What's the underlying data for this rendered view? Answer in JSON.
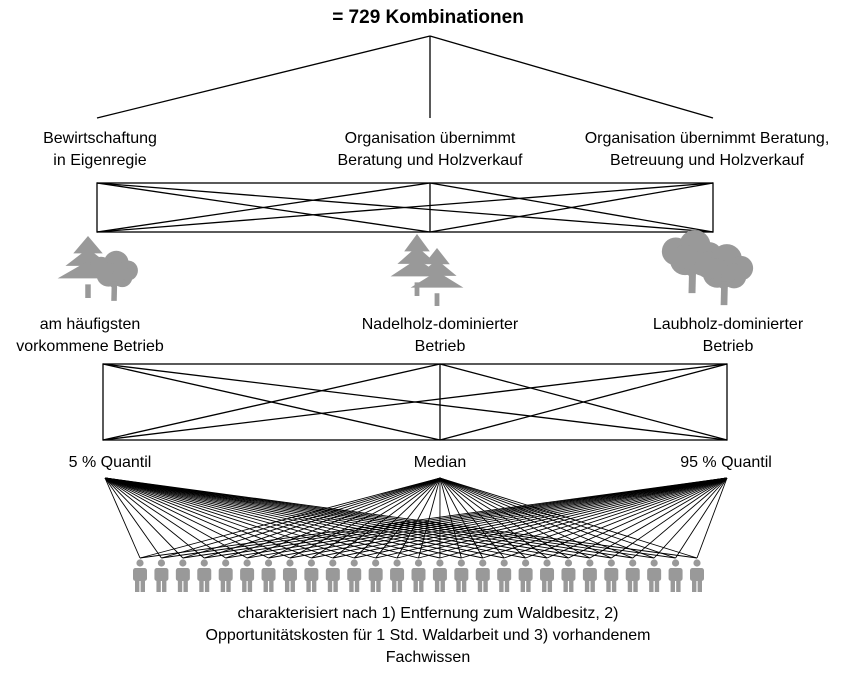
{
  "title": "= 729 Kombinationen",
  "management_options": [
    {
      "line1": "Bewirtschaftung",
      "line2": "in Eigenregie"
    },
    {
      "line1": "Organisation übernimmt",
      "line2": "Beratung und Holzverkauf"
    },
    {
      "line1": "Organisation übernimmt Beratung,",
      "line2": "Betreuung und Holzverkauf"
    }
  ],
  "forest_types": [
    {
      "icon": "mixed-forest-icon",
      "line1": "am häufigsten",
      "line2": "vorkommene Betrieb"
    },
    {
      "icon": "conifer-trees-icon",
      "line1": "Nadelholz-dominierter",
      "line2": "Betrieb"
    },
    {
      "icon": "deciduous-trees-icon",
      "line1": "Laubholz-dominierter",
      "line2": "Betrieb"
    }
  ],
  "quantiles": [
    "5 % Quantil",
    "Median",
    "95 % Quantil"
  ],
  "person_icon": "person-icon",
  "person_count": 27,
  "footer": {
    "line1": "charakterisiert nach 1) Entfernung zum Waldbesitz, 2)",
    "line2": "Opportunitätskosten für 1 Std. Waldarbeit und 3) vorhandenem",
    "line3": "Fachwissen"
  },
  "colors": {
    "line": "#000000",
    "icon": "#999999"
  }
}
